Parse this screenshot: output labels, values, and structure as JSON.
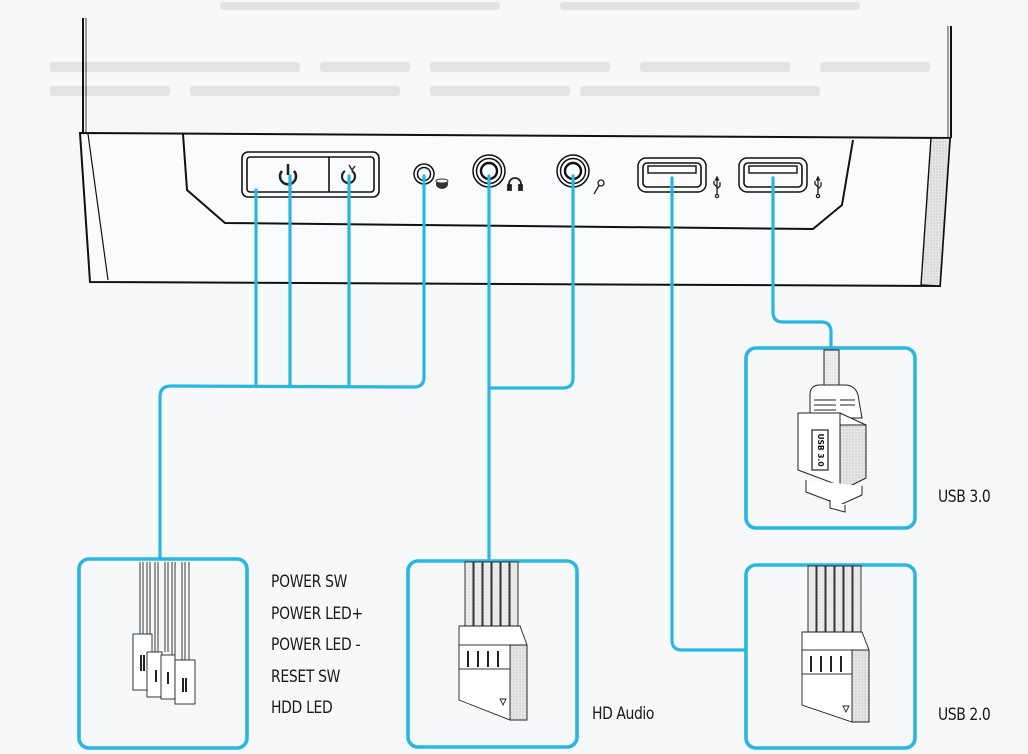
{
  "diagram": {
    "title": "Front Panel I/O Connections",
    "accent_color": "#29b6e0",
    "line_color": "#111111",
    "panel_ports": [
      {
        "id": "power-button",
        "icon": "power-icon"
      },
      {
        "id": "reset-button",
        "icon": "reset-icon"
      },
      {
        "id": "hdd-led",
        "icon": "hdd-icon"
      },
      {
        "id": "headphone-jack",
        "icon": "headphone-icon"
      },
      {
        "id": "microphone-jack",
        "icon": "microphone-icon"
      },
      {
        "id": "usb-port-1",
        "icon": "usb-icon"
      },
      {
        "id": "usb-port-2",
        "icon": "usb-icon"
      }
    ],
    "connectors": {
      "front_panel": {
        "labels": [
          "POWER SW",
          "POWER LED+",
          "POWER LED -",
          "RESET SW",
          "HDD LED"
        ]
      },
      "hd_audio": {
        "label": "HD Audio"
      },
      "usb3": {
        "label": "USB 3.0",
        "plug_text": "USB 3.0"
      },
      "usb2": {
        "label": "USB 2.0"
      }
    }
  }
}
